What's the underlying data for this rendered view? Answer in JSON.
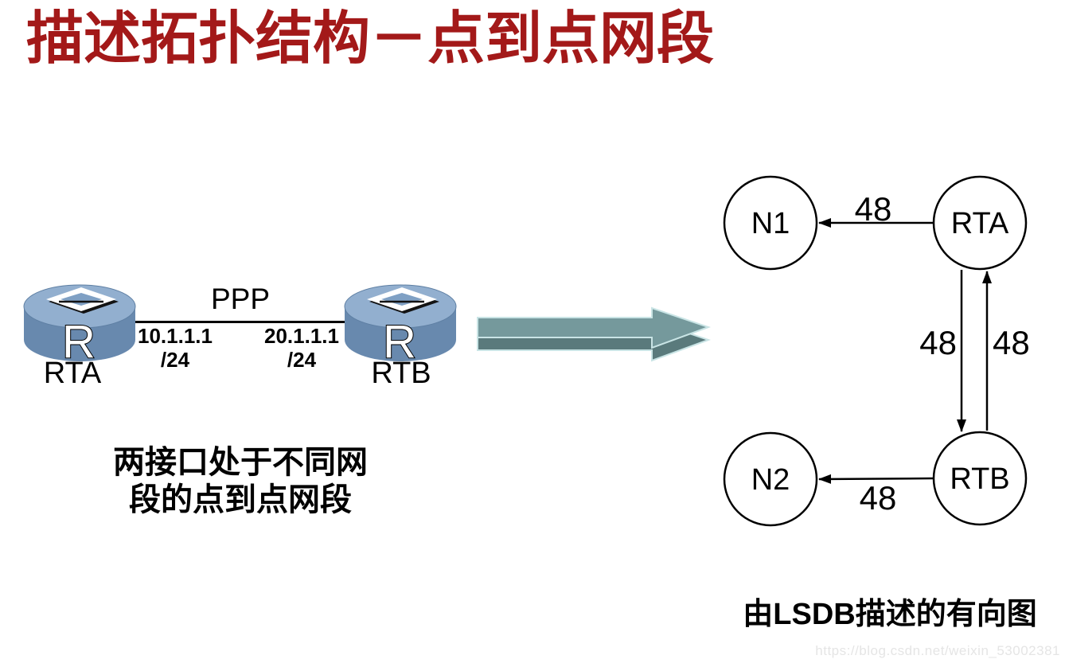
{
  "title": "描述拓扑结构－点到点网段",
  "topology": {
    "router_a": {
      "letter": "R",
      "label": "RTA"
    },
    "router_b": {
      "letter": "R",
      "label": "RTB"
    },
    "link": {
      "protocol": "PPP",
      "ip_a": "10.1.1.1",
      "mask_a": "/24",
      "ip_b": "20.1.1.1",
      "mask_b": "/24"
    },
    "caption_line1": "两接口处于不同网",
    "caption_line2": "段的点到点网段"
  },
  "graph": {
    "caption": "由LSDB描述的有向图",
    "nodes": {
      "n1": "N1",
      "rta": "RTA",
      "n2": "N2",
      "rtb": "RTB"
    },
    "edges": [
      {
        "from": "RTA",
        "to": "N1",
        "cost": "48"
      },
      {
        "from": "RTA",
        "to": "RTB",
        "cost": "48"
      },
      {
        "from": "RTB",
        "to": "RTA",
        "cost": "48"
      },
      {
        "from": "RTB",
        "to": "N2",
        "cost": "48"
      }
    ]
  },
  "watermark": "https://blog.csdn.net/weixin_53002381",
  "colors": {
    "title_red": "#A31919",
    "router_top": "#92AFCF",
    "router_body": "#6889AE",
    "arrow_light": "#75999C",
    "arrow_dark": "#5A7A7C",
    "arrow_border": "#C9E4E5"
  }
}
